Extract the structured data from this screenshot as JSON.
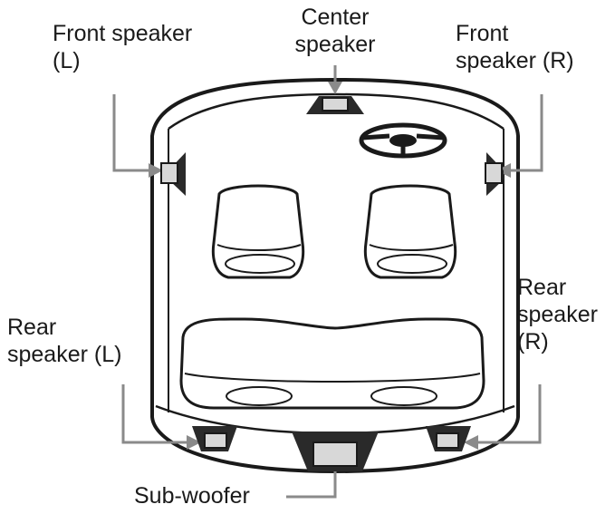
{
  "labels": {
    "front_left": [
      "Front speaker",
      "(L)"
    ],
    "center": [
      "Center",
      "speaker"
    ],
    "front_right": [
      "Front",
      "speaker (R)"
    ],
    "rear_left": [
      "Rear",
      "speaker (L)"
    ],
    "rear_right": [
      "Rear",
      "speaker",
      "(R)"
    ],
    "subwoofer": "Sub-woofer"
  },
  "colors": {
    "line": "#1a1a1a",
    "leader": "#8a8a8a",
    "speaker_dark": "#2a2a2a",
    "speaker_light": "#d8d8d8",
    "background": "#ffffff"
  }
}
